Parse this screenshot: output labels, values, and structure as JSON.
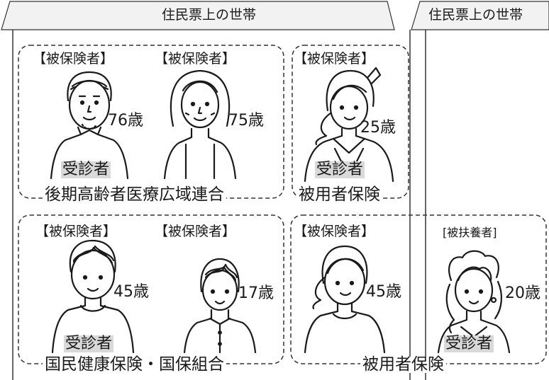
{
  "households": [
    {
      "title": "住民票上の世帯"
    },
    {
      "title": "住民票上の世帯"
    }
  ],
  "groups": {
    "latter_elderly": "後期高齢者医療広域連合",
    "employee_top": "被用者保険",
    "national": "国民健康保険・国保組合",
    "employee_bottom": "被用者保険"
  },
  "people": [
    {
      "role": "【被保険者】",
      "age": "76歳",
      "patient": "受診者",
      "icon": "elderly-man-icon"
    },
    {
      "role": "【被保険者】",
      "age": "75歳",
      "icon": "elderly-woman-icon"
    },
    {
      "role": "【被保険者】",
      "age": "25歳",
      "patient": "受診者",
      "icon": "young-woman-icon"
    },
    {
      "role": "【被保険者】",
      "age": "45歳",
      "patient": "受診者",
      "icon": "man-icon"
    },
    {
      "role": "【被保険者】",
      "age": "17歳",
      "icon": "student-icon"
    },
    {
      "role": "【被保険者】",
      "age": "45歳",
      "icon": "woman-icon"
    },
    {
      "role": "[被扶養者]",
      "age": "20歳",
      "patient": "受診者",
      "icon": "young-woman-curly-icon"
    }
  ]
}
